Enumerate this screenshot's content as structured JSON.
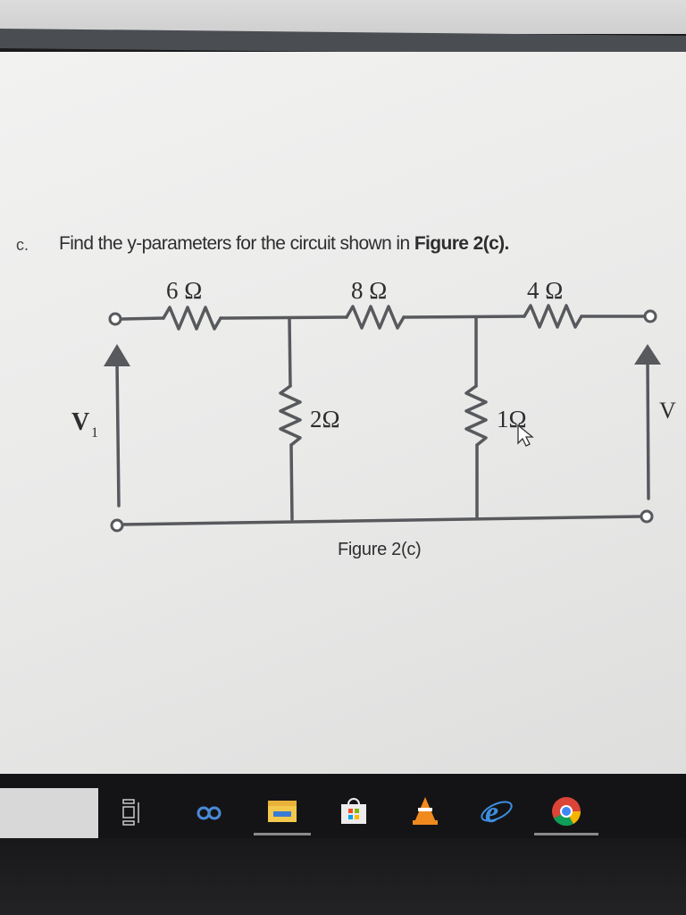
{
  "question": {
    "letter": "c.",
    "text": "Find the y-parameters for the circuit shown in ",
    "figure_ref": "Figure 2(c)."
  },
  "circuit": {
    "series_resistors": [
      "6 Ω",
      "8 Ω",
      "4 Ω"
    ],
    "shunt_resistors": [
      "2Ω",
      "1Ω"
    ],
    "port_labels": {
      "v1_main": "V",
      "v1_sub": "1",
      "v2": "V"
    },
    "caption": "Figure 2(c)"
  },
  "taskbar": {
    "items": [
      "task-view",
      "people",
      "file-explorer",
      "store",
      "vlc",
      "internet-explorer",
      "chrome"
    ]
  },
  "colors": {
    "wire": "#57595d",
    "text": "#2e2e30",
    "taskbar": "#141416"
  }
}
